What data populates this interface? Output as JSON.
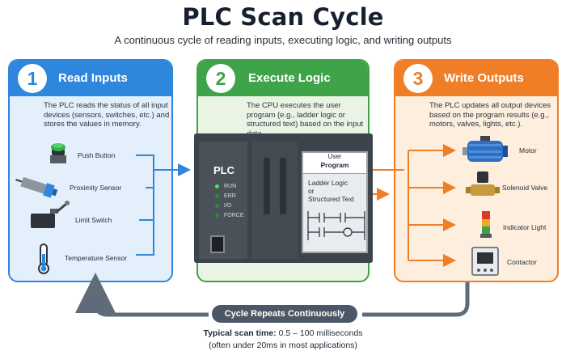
{
  "header": {
    "title": "PLC Scan Cycle",
    "subtitle": "A continuous cycle of reading inputs, executing logic, and writing outputs"
  },
  "steps": [
    {
      "number": "1",
      "title": "Read Inputs",
      "color": "#2f86dd",
      "description": "The PLC reads the status of all input devices (sensors, switches, etc.) and stores the values in memory.",
      "devices": [
        {
          "label": "Push Button",
          "icon": "push-button-icon"
        },
        {
          "label": "Proximity Sensor",
          "icon": "proximity-sensor-icon"
        },
        {
          "label": "Limit Switch",
          "icon": "limit-switch-icon"
        },
        {
          "label": "Temperature Sensor",
          "icon": "temperature-sensor-icon"
        }
      ]
    },
    {
      "number": "2",
      "title": "Execute Logic",
      "color": "#3fa34a",
      "description": "The CPU executes the user program (e.g., ladder logic or structured text) based on the input data.",
      "plc": {
        "label": "PLC",
        "leds": [
          "RUN",
          "ERR",
          "I/O",
          "FORCE"
        ],
        "program_title_line1": "User",
        "program_title_line2": "Program",
        "program_text_line1": "Ladder Logic",
        "program_text_line2": "or",
        "program_text_line3": "Structured Text"
      }
    },
    {
      "number": "3",
      "title": "Write Outputs",
      "color": "#f07e27",
      "description": "The PLC updates all output devices based on the program results (e.g., motors, valves, lights, etc.).",
      "devices": [
        {
          "label": "Motor",
          "icon": "motor-icon"
        },
        {
          "label": "Solenoid Valve",
          "icon": "solenoid-valve-icon"
        },
        {
          "label": "Indicator Light",
          "icon": "indicator-light-icon"
        },
        {
          "label": "Contactor",
          "icon": "contactor-icon"
        }
      ]
    }
  ],
  "footer": {
    "cycle_label": "Cycle Repeats Continuously",
    "scan_time_label": "Typical scan time:",
    "scan_time_value": "0.5 – 100 milliseconds",
    "scan_time_note": "(often under 20ms in most applications)"
  }
}
